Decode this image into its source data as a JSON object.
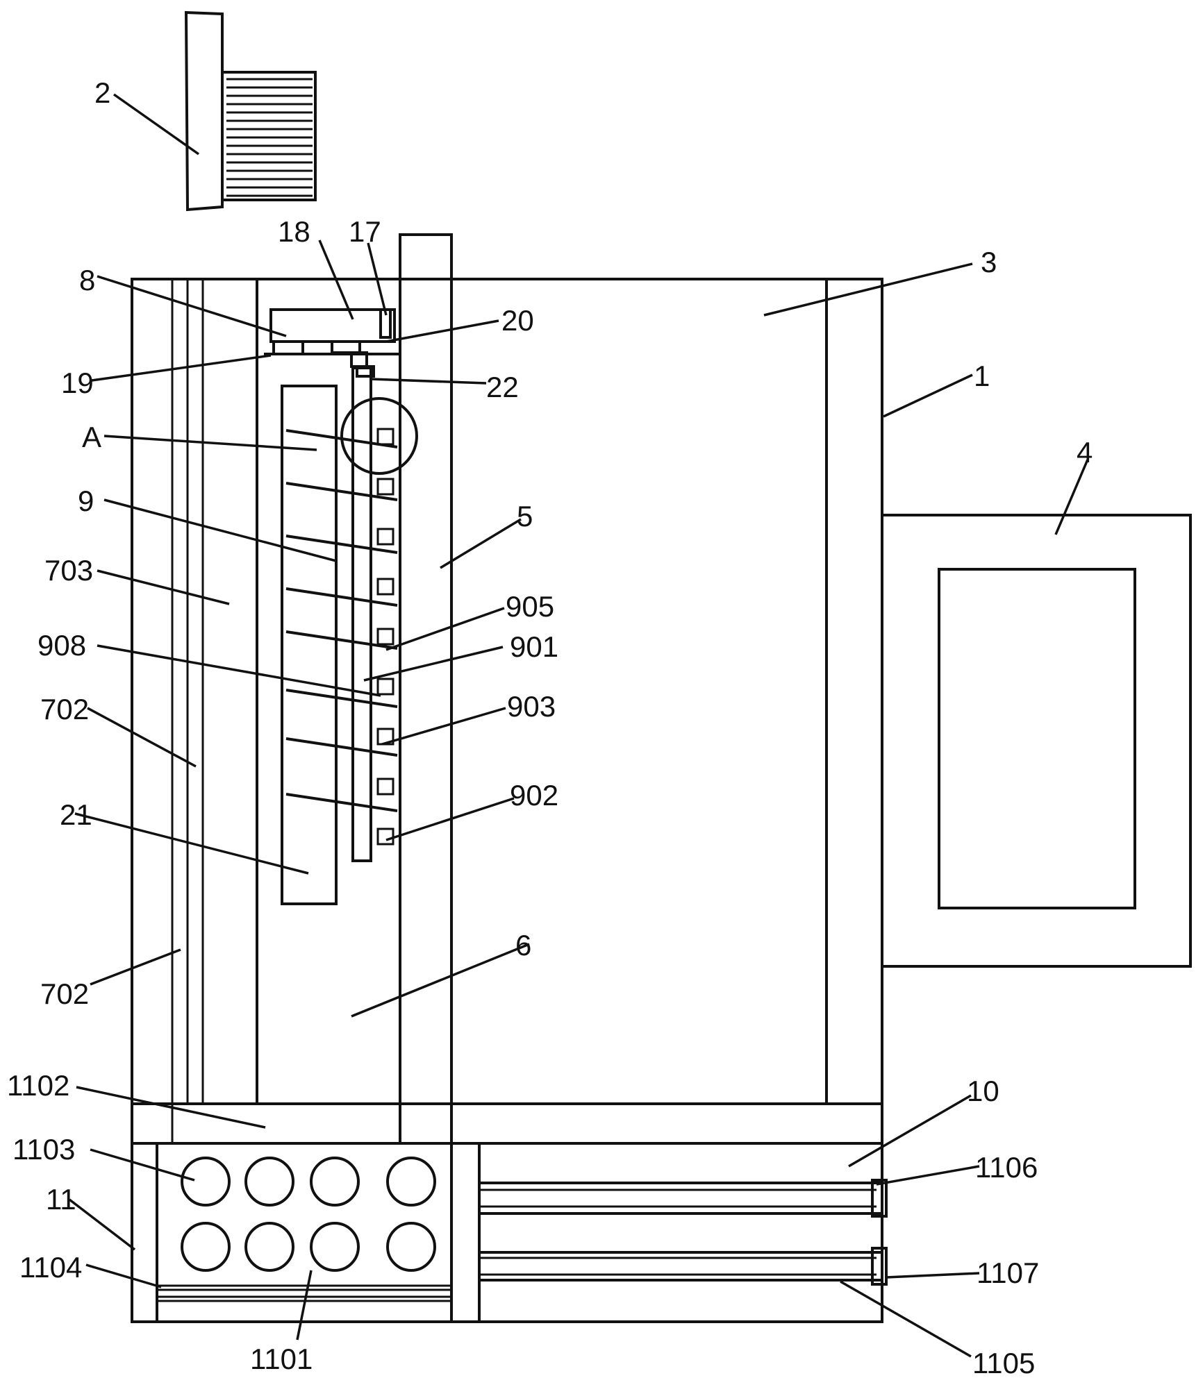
{
  "figure": {
    "labels": [
      {
        "id": "l2",
        "text": "2"
      },
      {
        "id": "l18",
        "text": "18"
      },
      {
        "id": "l17",
        "text": "17"
      },
      {
        "id": "l3",
        "text": "3"
      },
      {
        "id": "l8",
        "text": "8"
      },
      {
        "id": "l20",
        "text": "20"
      },
      {
        "id": "l19",
        "text": "19"
      },
      {
        "id": "l22",
        "text": "22"
      },
      {
        "id": "l1",
        "text": "1"
      },
      {
        "id": "lA",
        "text": "A"
      },
      {
        "id": "l4",
        "text": "4"
      },
      {
        "id": "l9",
        "text": "9"
      },
      {
        "id": "l5",
        "text": "5"
      },
      {
        "id": "l703",
        "text": "703"
      },
      {
        "id": "l905",
        "text": "905"
      },
      {
        "id": "l908",
        "text": "908"
      },
      {
        "id": "l901",
        "text": "901"
      },
      {
        "id": "l702a",
        "text": "702"
      },
      {
        "id": "l903",
        "text": "903"
      },
      {
        "id": "l21",
        "text": "21"
      },
      {
        "id": "l902",
        "text": "902"
      },
      {
        "id": "l6",
        "text": "6"
      },
      {
        "id": "l702b",
        "text": "702"
      },
      {
        "id": "l1102",
        "text": "1102"
      },
      {
        "id": "l10",
        "text": "10"
      },
      {
        "id": "l1103",
        "text": "1103"
      },
      {
        "id": "l1106",
        "text": "1106"
      },
      {
        "id": "l11",
        "text": "11"
      },
      {
        "id": "l1104",
        "text": "1104"
      },
      {
        "id": "l1107",
        "text": "1107"
      },
      {
        "id": "l1101",
        "text": "1101"
      },
      {
        "id": "l1105",
        "text": "1105"
      }
    ]
  }
}
